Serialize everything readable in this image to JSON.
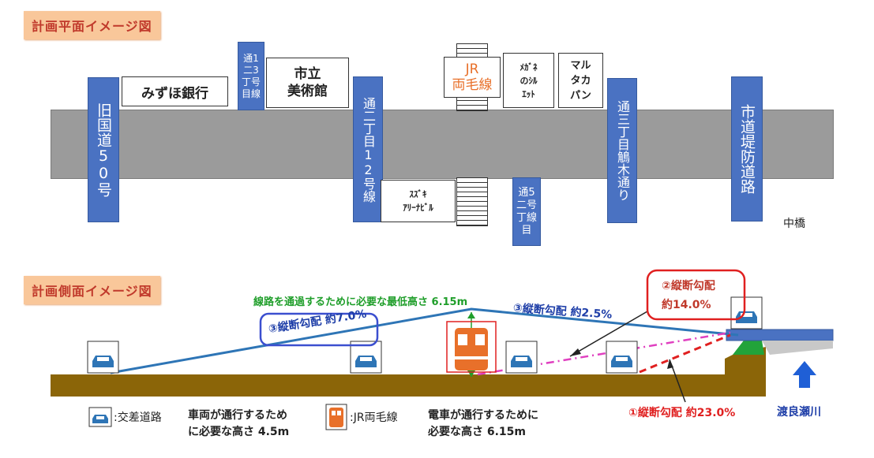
{
  "plan": {
    "title": "計画平面イメージ図",
    "vertical_roads": [
      {
        "id": "kyu-kokudo",
        "text": "旧国道50号"
      },
      {
        "id": "dori-2-3",
        "text": "通1\n二3\n丁号\n目線"
      },
      {
        "id": "dori-2-12",
        "text": "通二丁目12号線"
      },
      {
        "id": "dori-2-5",
        "text": "通5\n二号\n丁線\n目"
      },
      {
        "id": "dori-3",
        "text": "通三丁目鵤木通り"
      },
      {
        "id": "shido-teibo",
        "text": "市道堤防道路"
      }
    ],
    "buildings": [
      {
        "id": "mizuho",
        "text": "みずほ銀行"
      },
      {
        "id": "museum",
        "text": "市立\n美術館"
      },
      {
        "id": "megane",
        "text": "ﾒｶﾞﾈ\nのｼﾙ\nｴｯﾄ"
      },
      {
        "id": "marutaka",
        "text": "マル\nタカ\nパン"
      },
      {
        "id": "suzuki",
        "text": "ｽｽﾞｷ\nｱﾘｰﾅﾋﾞﾙ"
      }
    ],
    "jr_label_1": "JR",
    "jr_label_2": "両毛線",
    "nakabashi": "中橋"
  },
  "side": {
    "title": "計画側面イメージ図",
    "clearance_note": "線路を通過するために必要な最低高さ 6.15m",
    "grade1": "①縦断勾配 約23.0%",
    "grade2_1": "②縦断勾配",
    "grade2_2": "約14.0%",
    "grade3_left": "③縦断勾配 約7.0%",
    "grade3_right": "③縦断勾配 約2.5%",
    "river": "渡良瀬川"
  },
  "legend": {
    "car_label": ":交差道路",
    "car_desc_1": "車両が通行するため",
    "car_desc_2": "に必要な高さ 4.5m",
    "train_label": ":JR両毛線",
    "train_desc_1": "電車が通行するために",
    "train_desc_2": "必要な高さ 6.15m"
  },
  "colors": {
    "road_blue": "#4a72c2",
    "ground": "#8b6508",
    "slope_line": "#2e75b6",
    "red_dash": "#e02020",
    "magenta_dash": "#e040c0",
    "green_text": "#1f9e2a",
    "train_orange": "#e8702a"
  }
}
